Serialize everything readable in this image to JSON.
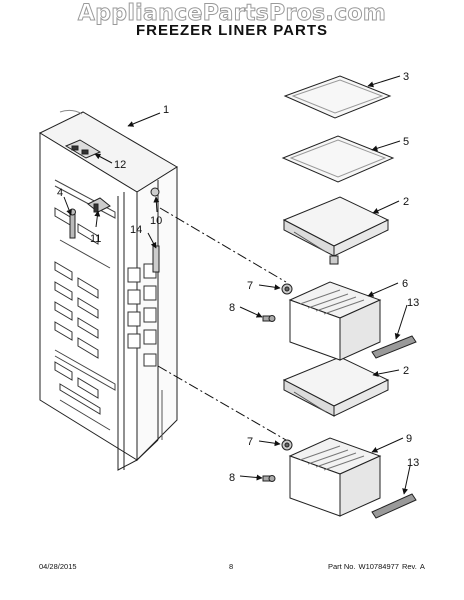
{
  "watermark": "AppliancePartsPros.com",
  "title": "FREEZER LINER PARTS",
  "callouts": {
    "c1": "1",
    "c2a": "2",
    "c2b": "2",
    "c3": "3",
    "c4": "4",
    "c5": "5",
    "c6": "6",
    "c7a": "7",
    "c7b": "7",
    "c8a": "8",
    "c8b": "8",
    "c9": "9",
    "c10": "10",
    "c11": "11",
    "c12": "12",
    "c13a": "13",
    "c13b": "13",
    "c14": "14"
  },
  "footer": {
    "date": "04/28/2015",
    "page": "8",
    "part_label": "Part No.",
    "part_no": "W10784977",
    "rev_label": "Rev.",
    "rev": "A"
  }
}
